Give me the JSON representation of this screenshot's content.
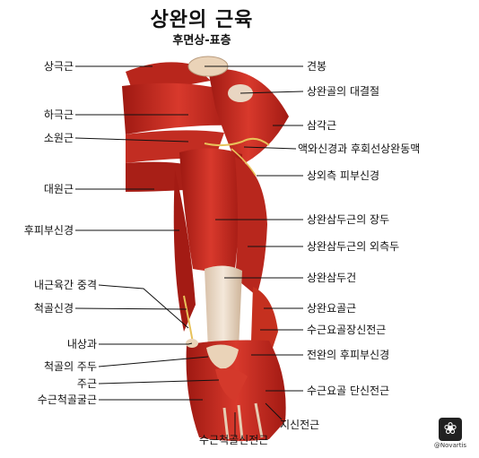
{
  "title": "상완의 근육",
  "subtitle": "후면상-표층",
  "labels_left": {
    "l1": "상극근",
    "l2": "하극근",
    "l3": "소원근",
    "l4": "대원근",
    "l5": "후피부신경",
    "l6": "내근육간 중격",
    "l7": "척골신경",
    "l8": "내상과",
    "l9": "척골의 주두",
    "l10": "주근",
    "l11": "수근척골굴근"
  },
  "labels_right": {
    "r1": "견봉",
    "r2": "상완골의 대결절",
    "r3": "삼각근",
    "r4": "액와신경과 후회선상완동맥",
    "r5": "상외측 피부신경",
    "r6": "상완삼두근의 장두",
    "r7": "상완삼두근의 외측두",
    "r8": "상완삼두건",
    "r9": "상완요골근",
    "r10": "수근요골장신전근",
    "r11": "전완의 후피부신경",
    "r12": "수근요골 단신전근",
    "r13": "지신전근"
  },
  "labels_bottom": {
    "b1": "수근척골신전근"
  },
  "logo": {
    "text": "@Novartis",
    "icon": "novartis-logo-icon"
  },
  "colors": {
    "muscle": "#c7281f",
    "muscle_dark": "#8e1410",
    "tendon": "#ead9c7",
    "nerve": "#e8c25a",
    "line": "#111111"
  }
}
